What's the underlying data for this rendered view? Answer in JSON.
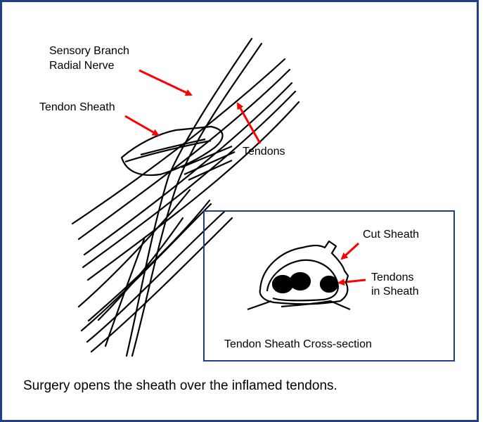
{
  "labels": {
    "sensory_branch_line1": "Sensory Branch",
    "sensory_branch_line2": "Radial Nerve",
    "tendon_sheath": "Tendon Sheath",
    "tendons": "Tendons",
    "cut_sheath": "Cut Sheath",
    "tendons_in_sheath_line1": "Tendons",
    "tendons_in_sheath_line2": "in Sheath",
    "inset_title": "Tendon Sheath Cross-section"
  },
  "caption": "Surgery opens the sheath over the inflamed tendons.",
  "colors": {
    "frame_border": "#1f3f8c",
    "arrow": "#ff0000",
    "ink": "#000000"
  }
}
